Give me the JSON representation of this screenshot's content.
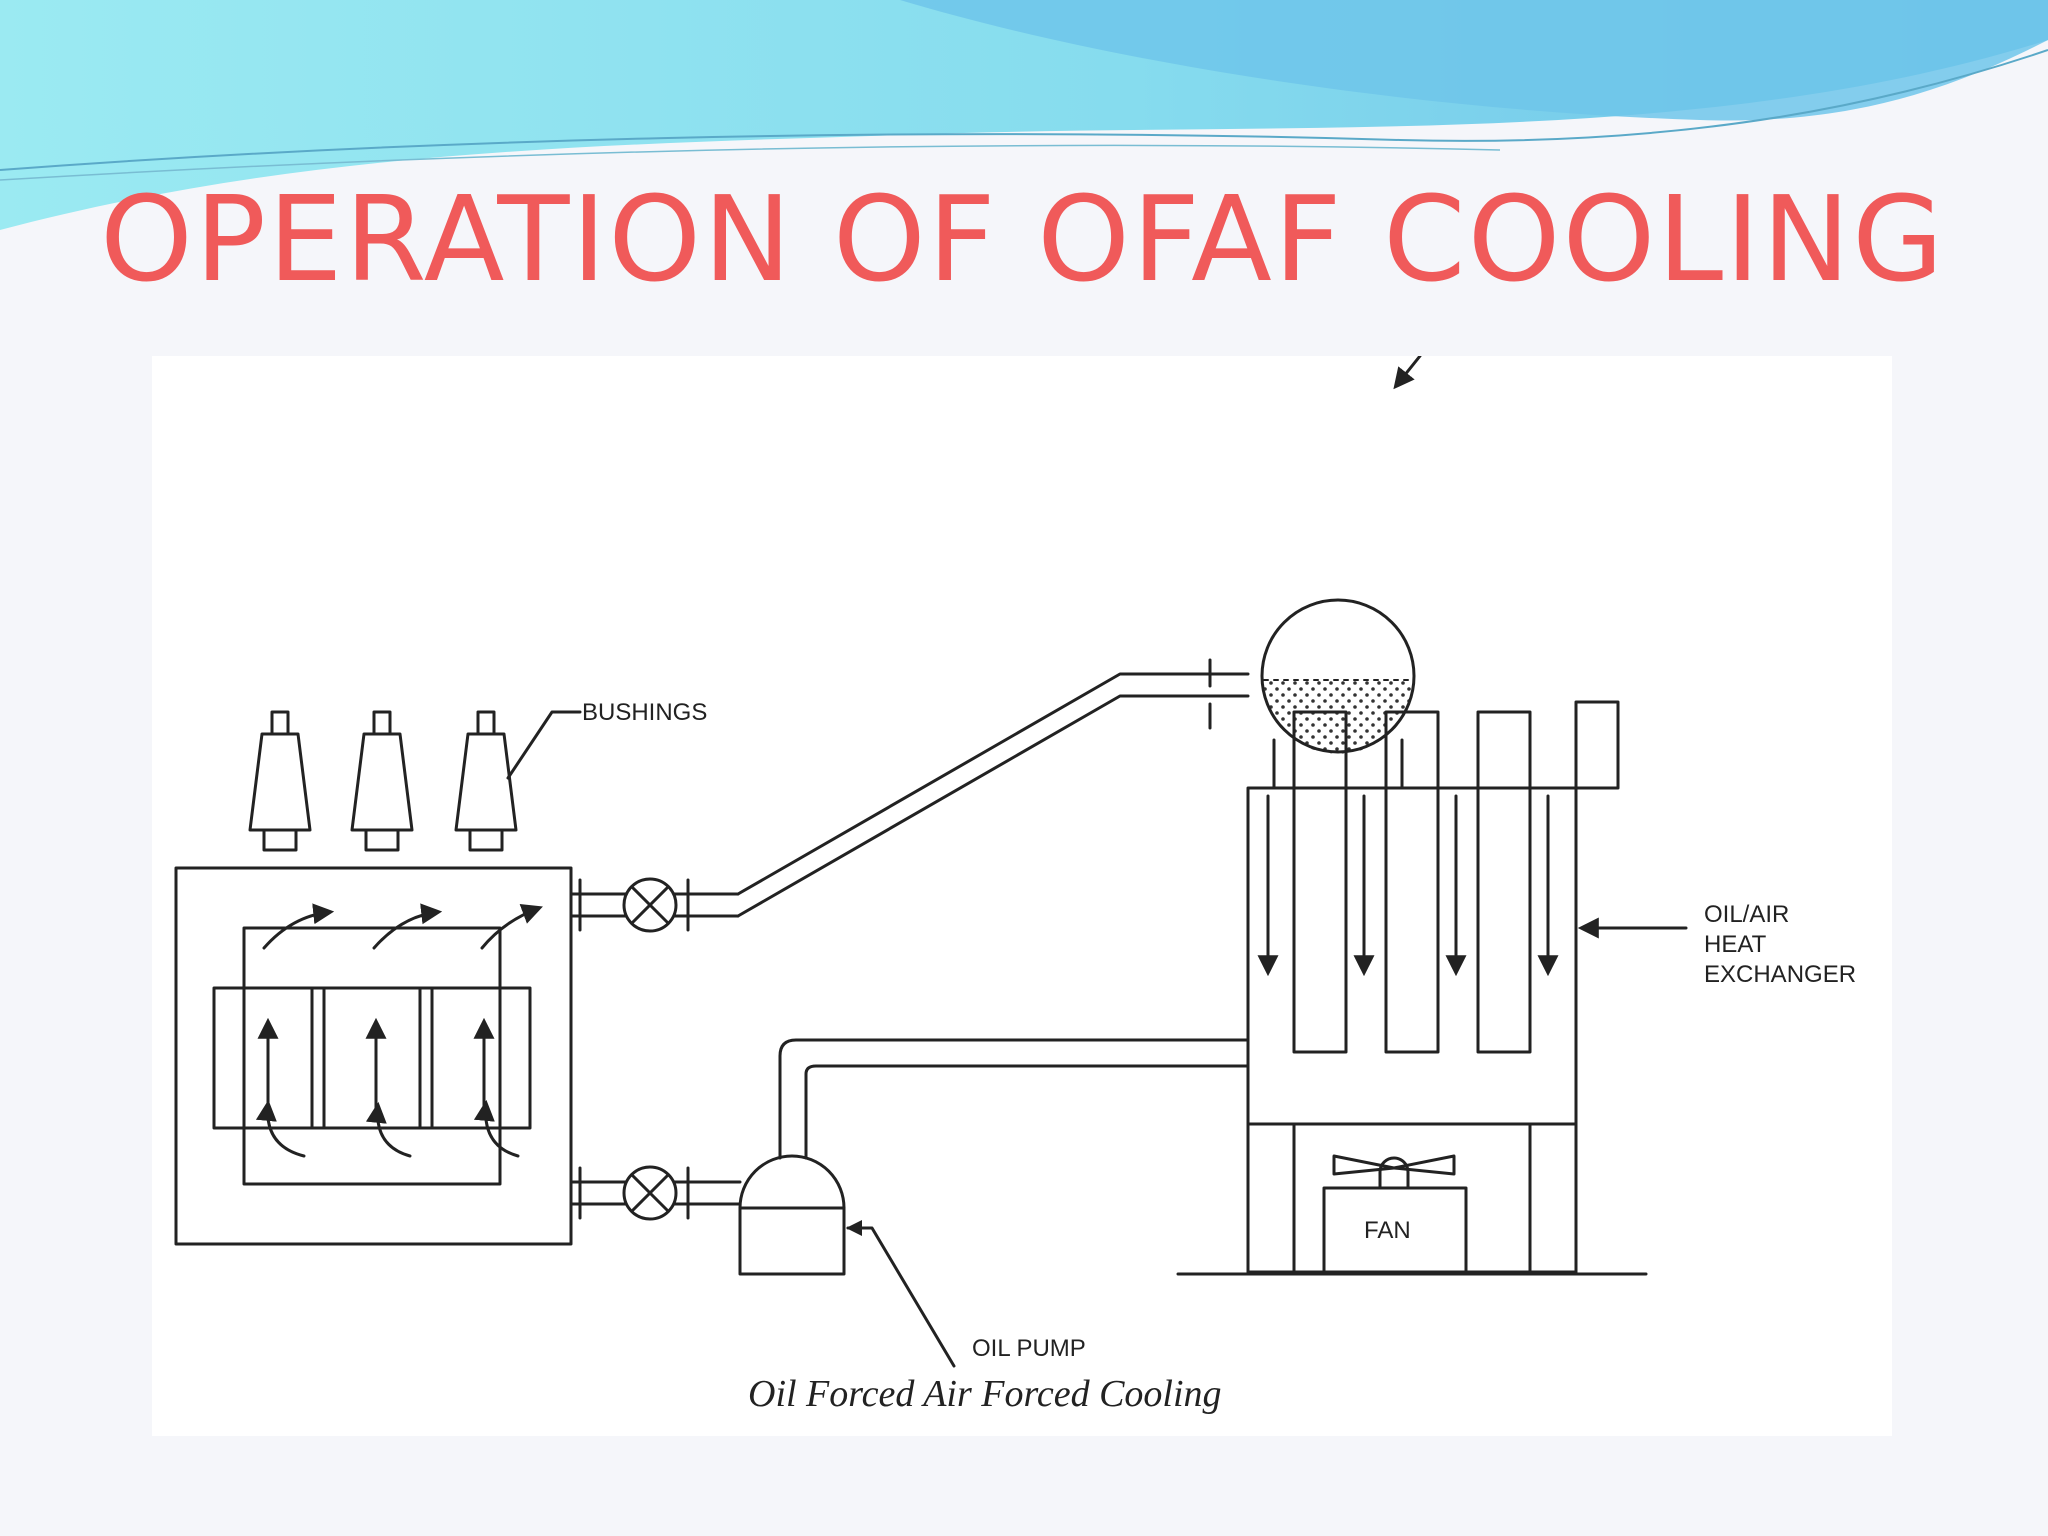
{
  "slide": {
    "title": "OPERATION OF OFAF COOLING",
    "colors": {
      "title": "#f05a5a",
      "header_wave_light": "#8fe3ef",
      "header_wave_dark": "#6fc3e8",
      "background": "#f5f6fa"
    }
  },
  "diagram": {
    "labels": {
      "bushings": "BUSHINGS",
      "heat_exchanger_line1": "OIL/AIR",
      "heat_exchanger_line2": "HEAT",
      "heat_exchanger_line3": "EXCHANGER",
      "fan": "FAN",
      "oil_pump": "OIL PUMP"
    },
    "caption": "Oil Forced Air Forced Cooling"
  }
}
